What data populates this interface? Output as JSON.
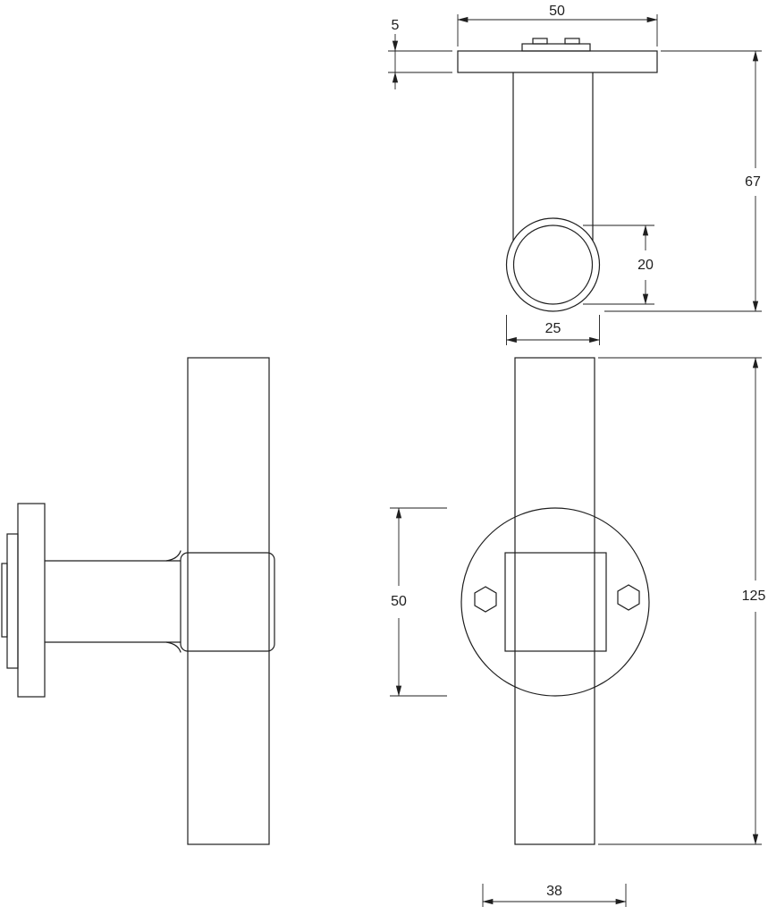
{
  "drawing": {
    "background": "#ffffff",
    "line_color": "#1f1f1f",
    "dimensions": {
      "top_view": {
        "plate_width": "50",
        "plate_thickness": "5",
        "projection_height": "67",
        "tube_inner_diameter": "20",
        "tube_outer_diameter": "25"
      },
      "front_view": {
        "rose_diameter": "50",
        "overall_length": "125",
        "base_width": "38"
      }
    }
  }
}
